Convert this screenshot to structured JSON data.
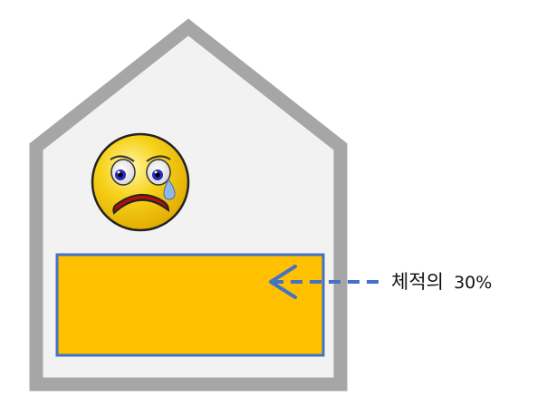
{
  "colors": {
    "house_outline": "#a6a6a6",
    "house_fill": "#f2f2f2",
    "volume_fill": "#ffc000",
    "volume_border": "#4472c4",
    "arrow": "#4472c4",
    "face_fill": "#f2c600",
    "face_outline": "#222222",
    "tear": "#8fb8e8",
    "eye_iris": "#2a2ab8"
  },
  "icons": {
    "face": "crying-face-icon",
    "arrow": "dashed-arrow-left-icon"
  },
  "volume": {
    "label_main": "체적의",
    "label_value": "30%",
    "fraction": 0.3
  }
}
